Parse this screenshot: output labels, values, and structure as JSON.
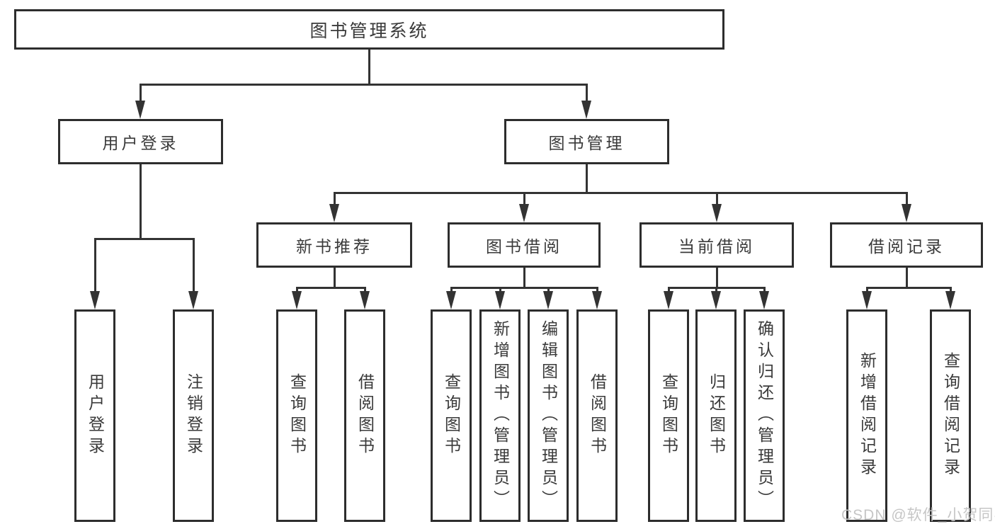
{
  "diagram": {
    "type": "hierarchy-tree",
    "tree": {
      "label": "图书管理系统",
      "children": [
        {
          "label": "用户登录",
          "children": [
            {
              "label": "用户登录"
            },
            {
              "label": "注销登录"
            }
          ]
        },
        {
          "label": "图书管理",
          "children": [
            {
              "label": "新书推荐",
              "children": [
                {
                  "label": "查询图书"
                },
                {
                  "label": "借阅图书"
                }
              ]
            },
            {
              "label": "图书借阅",
              "children": [
                {
                  "label": "查询图书"
                },
                {
                  "label": "新增图书（管理员）"
                },
                {
                  "label": "编辑图书（管理员）"
                },
                {
                  "label": "借阅图书"
                }
              ]
            },
            {
              "label": "当前借阅",
              "children": [
                {
                  "label": "查询图书"
                },
                {
                  "label": "归还图书"
                },
                {
                  "label": "确认归还（管理员）"
                }
              ]
            },
            {
              "label": "借阅记录",
              "children": [
                {
                  "label": "新增借阅记录"
                },
                {
                  "label": "查询借阅记录"
                }
              ]
            }
          ]
        }
      ]
    },
    "colors": {
      "box_border": "#2d2d2d",
      "connector_line": "#333333",
      "text": "#3a3a3a",
      "background": "#ffffff",
      "watermark": "#c6c6c6"
    }
  },
  "watermark": {
    "text": "CSDN @软件_小贺同学"
  }
}
